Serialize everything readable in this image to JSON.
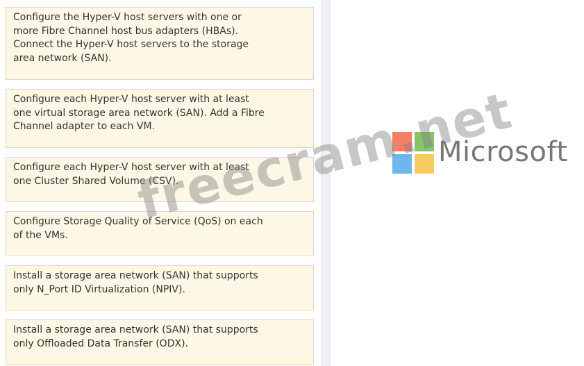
{
  "options": [
    "Configure the Hyper-V host servers with one or\nmore Fibre Channel host bus adapters (HBAs).\nConnect the Hyper-V host servers to the storage\narea network (SAN).",
    "Configure each Hyper-V host server with at least\none virtual storage area network (SAN). Add a Fibre\nChannel adapter to each VM.",
    "Configure each Hyper-V host server with at least\none Cluster Shared Volume (CSV).",
    "Configure Storage Quality of Service (QoS) on each\nof the VMs.",
    "Install a storage area network (SAN) that supports\nonly N_Port ID Virtualization (NPIV).",
    "Install a storage area network (SAN) that supports\nonly Offloaded Data Transfer (ODX)."
  ],
  "brand": {
    "name": "Microsoft",
    "logo_colors": [
      "#f47f69",
      "#86c46a",
      "#6fb6ea",
      "#f8cb62"
    ]
  },
  "watermark": "freecram.net"
}
